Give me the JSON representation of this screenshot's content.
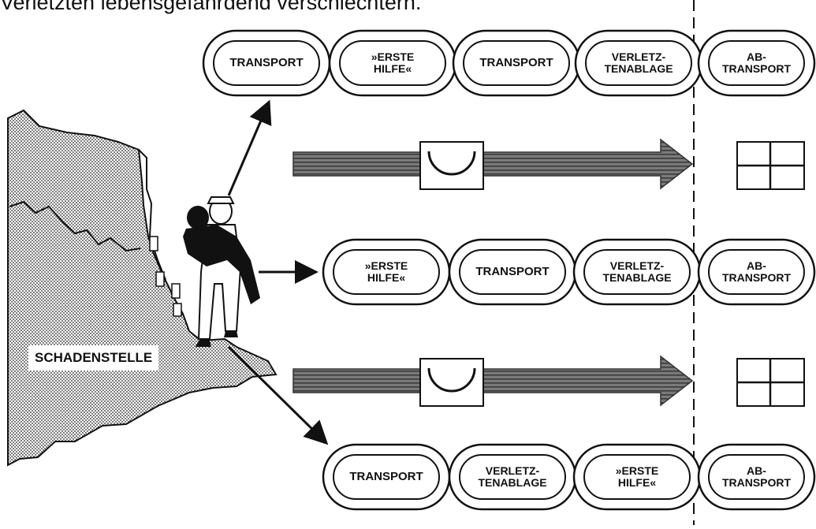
{
  "caption_fragment": "Verletzten lebensgefährdend verschlechtern.",
  "site_label": "SCHADENSTELLE",
  "chains": [
    {
      "links": [
        [
          "TRANSPORT"
        ],
        [
          "»ERSTE",
          "HILFE«"
        ],
        [
          "TRANSPORT"
        ],
        [
          "VERLETZ-",
          "TENABLAGE"
        ],
        [
          "AB-",
          "TRANSPORT"
        ]
      ]
    },
    {
      "links": [
        [
          "»ERSTE",
          "HILFE«"
        ],
        [
          "TRANSPORT"
        ],
        [
          "VERLETZ-",
          "TENABLAGE"
        ],
        [
          "AB-",
          "TRANSPORT"
        ]
      ]
    },
    {
      "links": [
        [
          "TRANSPORT"
        ],
        [
          "VERLETZ-",
          "TENABLAGE"
        ],
        [
          "»ERSTE",
          "HILFE«"
        ],
        [
          "AB-",
          "TRANSPORT"
        ]
      ]
    }
  ],
  "symbols": {
    "arrow_marker": "smile-curve-icon",
    "end_marker": "cross-grid-icon"
  },
  "colors": {
    "ink": "#111111",
    "arrow_fill": "#6a6a6a",
    "paper": "#ffffff"
  }
}
